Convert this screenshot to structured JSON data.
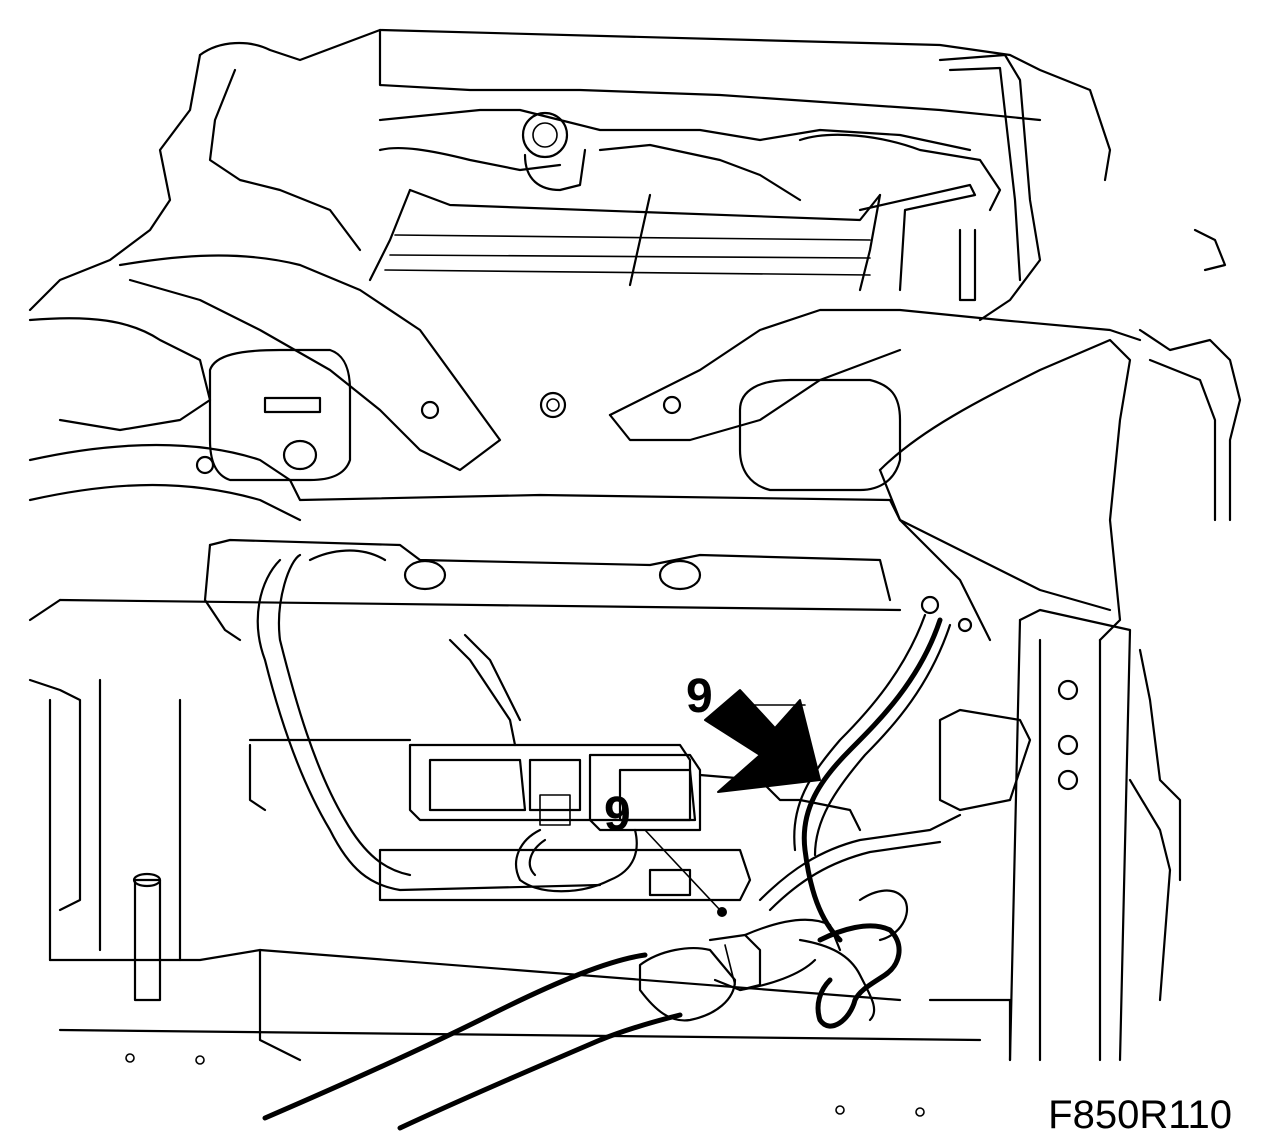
{
  "callouts": [
    {
      "label": "9"
    },
    {
      "label": "9"
    }
  ],
  "figure_code": "F850R110"
}
